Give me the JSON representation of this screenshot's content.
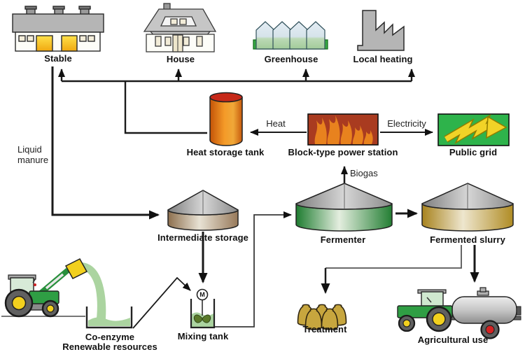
{
  "labels": {
    "stable": "Stable",
    "house": "House",
    "greenhouse": "Greenhouse",
    "local_heating": "Local heating",
    "heat_storage_tank": "Heat storage tank",
    "power_station": "Block-type power station",
    "public_grid": "Public grid",
    "intermediate_storage": "Intermediate storage",
    "fermenter": "Fermenter",
    "fermented_slurry": "Fermented slurry",
    "mixing_tank": "Mixing tank",
    "treatment": "Treatment",
    "agricultural_use": "Agricultural use",
    "co_enzyme_line1": "Co-enzyme",
    "co_enzyme_line2": "Renewable resources",
    "motor": "M"
  },
  "flow_labels": {
    "heat": "Heat",
    "electricity": "Electricity",
    "biogas": "Biogas",
    "liquid_manure_line1": "Liquid",
    "liquid_manure_line2": "manure"
  },
  "colors": {
    "line_black": "#1a1a1a",
    "grid_green": "#2eb34b",
    "bolt_yellow": "#f2d327",
    "station_red": "#a93b20",
    "flame_orange": "#e8821e",
    "heat_tank_top_red": "#c62818",
    "greenhouse_green": "#38a844",
    "tractor_green": "#2f9e44",
    "stream_green": "#abd4a0",
    "bag_tan": "#c7a63e",
    "door_yellow": "#f7c928",
    "hub_yellow": "#f2d01e",
    "tanker_hub_red": "#d42222",
    "roof_gray": "#b5b5b5"
  }
}
